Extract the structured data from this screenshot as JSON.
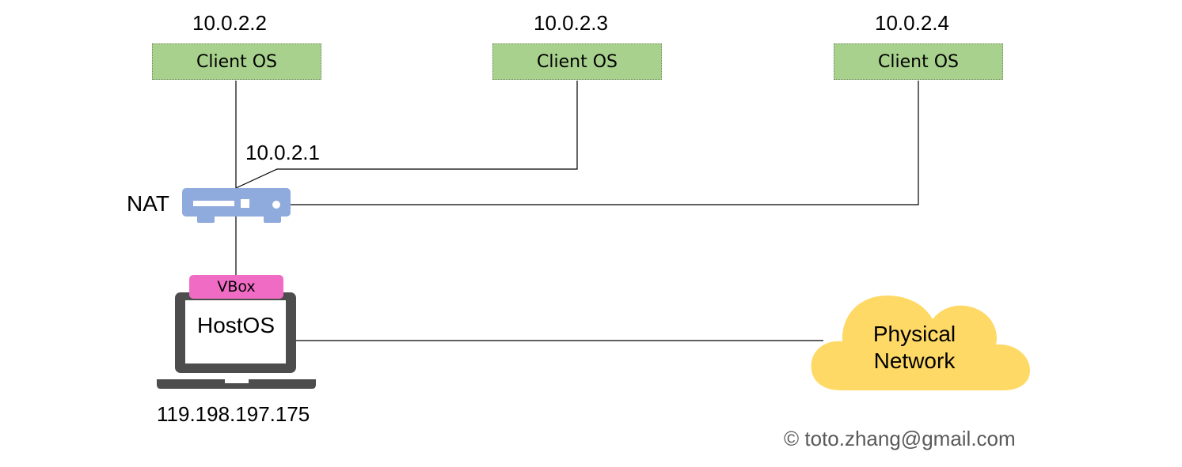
{
  "clients": [
    {
      "ip": "10.0.2.2",
      "label": "Client OS"
    },
    {
      "ip": "10.0.2.3",
      "label": "Client OS"
    },
    {
      "ip": "10.0.2.4",
      "label": "Client OS"
    }
  ],
  "nat": {
    "label": "NAT",
    "gateway_ip": "10.0.2.1"
  },
  "host": {
    "vbox_label": "VBox",
    "label": "HostOS",
    "ip": "119.198.197.175"
  },
  "network": {
    "line1": "Physical",
    "line2": "Network"
  },
  "copyright": "© toto.zhang@gmail.com",
  "colors": {
    "client_fill": "#a9d18e",
    "nat_fill": "#8faadc",
    "vbox_fill": "#f06cc4",
    "laptop": "#4d4d4d",
    "cloud_fill": "#ffd966"
  },
  "icons": {
    "router": "router-icon",
    "laptop": "laptop-icon",
    "cloud": "cloud-icon"
  }
}
